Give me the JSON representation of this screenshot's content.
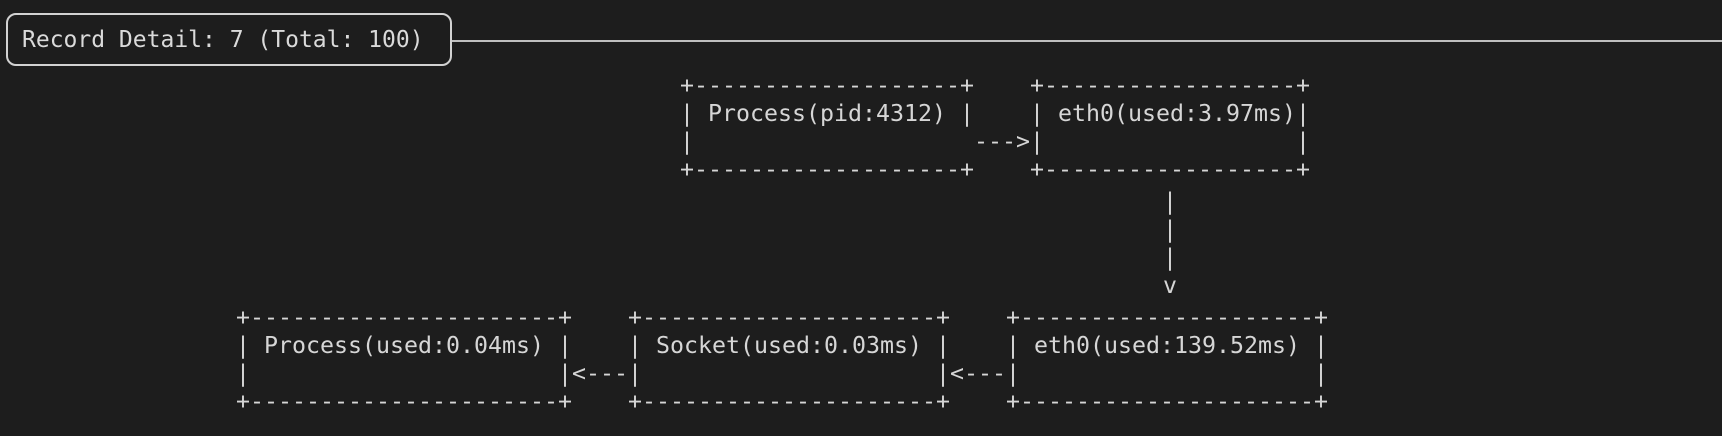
{
  "colors": {
    "background": "#1d1d1d",
    "foreground": "#d6d6d6",
    "panel_border": "#d2d2d2",
    "rule_line": "#bfbfbf"
  },
  "header": {
    "title": "Record Detail: 7 (Total: 100)",
    "record_index": 7,
    "total_records": 100
  },
  "diagram": {
    "nodes": {
      "process_top": {
        "label": "Process(pid:4312)",
        "ascii": "+-------------------+\n| Process(pid:4312) |\n|\n+-------------------+"
      },
      "eth0_top": {
        "label": "eth0(used:3.97ms)",
        "ascii": "+------------------+\n| eth0(used:3.97ms)|\n|                  |\n+------------------+"
      },
      "process_bottom": {
        "label": "Process(used:0.04ms)",
        "ascii": "+----------------------+\n| Process(used:0.04ms) |\n|                      |\n+----------------------+"
      },
      "socket_bottom": {
        "label": "Socket(used:0.03ms)",
        "ascii": "+---------------------+\n| Socket(used:0.03ms) |\n|                     |\n+---------------------+"
      },
      "eth0_bottom": {
        "label": "eth0(used:139.52ms)",
        "ascii": "+---------------------+\n| eth0(used:139.52ms) |\n|                     |\n+---------------------+"
      }
    },
    "arrows": {
      "right": {
        "glyph": "--->",
        "direction": "right"
      },
      "down": {
        "glyph": "|\n|\n|\nv",
        "direction": "down"
      },
      "left1": {
        "glyph": "<---",
        "direction": "left"
      },
      "left2": {
        "glyph": "<---",
        "direction": "left"
      }
    },
    "edges": [
      {
        "from": "Process(pid:4312)",
        "to": "eth0(used:3.97ms)",
        "direction": "right"
      },
      {
        "from": "eth0(used:3.97ms)",
        "to": "eth0(used:139.52ms)",
        "direction": "down"
      },
      {
        "from": "eth0(used:139.52ms)",
        "to": "Socket(used:0.03ms)",
        "direction": "left"
      },
      {
        "from": "Socket(used:0.03ms)",
        "to": "Process(used:0.04ms)",
        "direction": "left"
      }
    ]
  }
}
